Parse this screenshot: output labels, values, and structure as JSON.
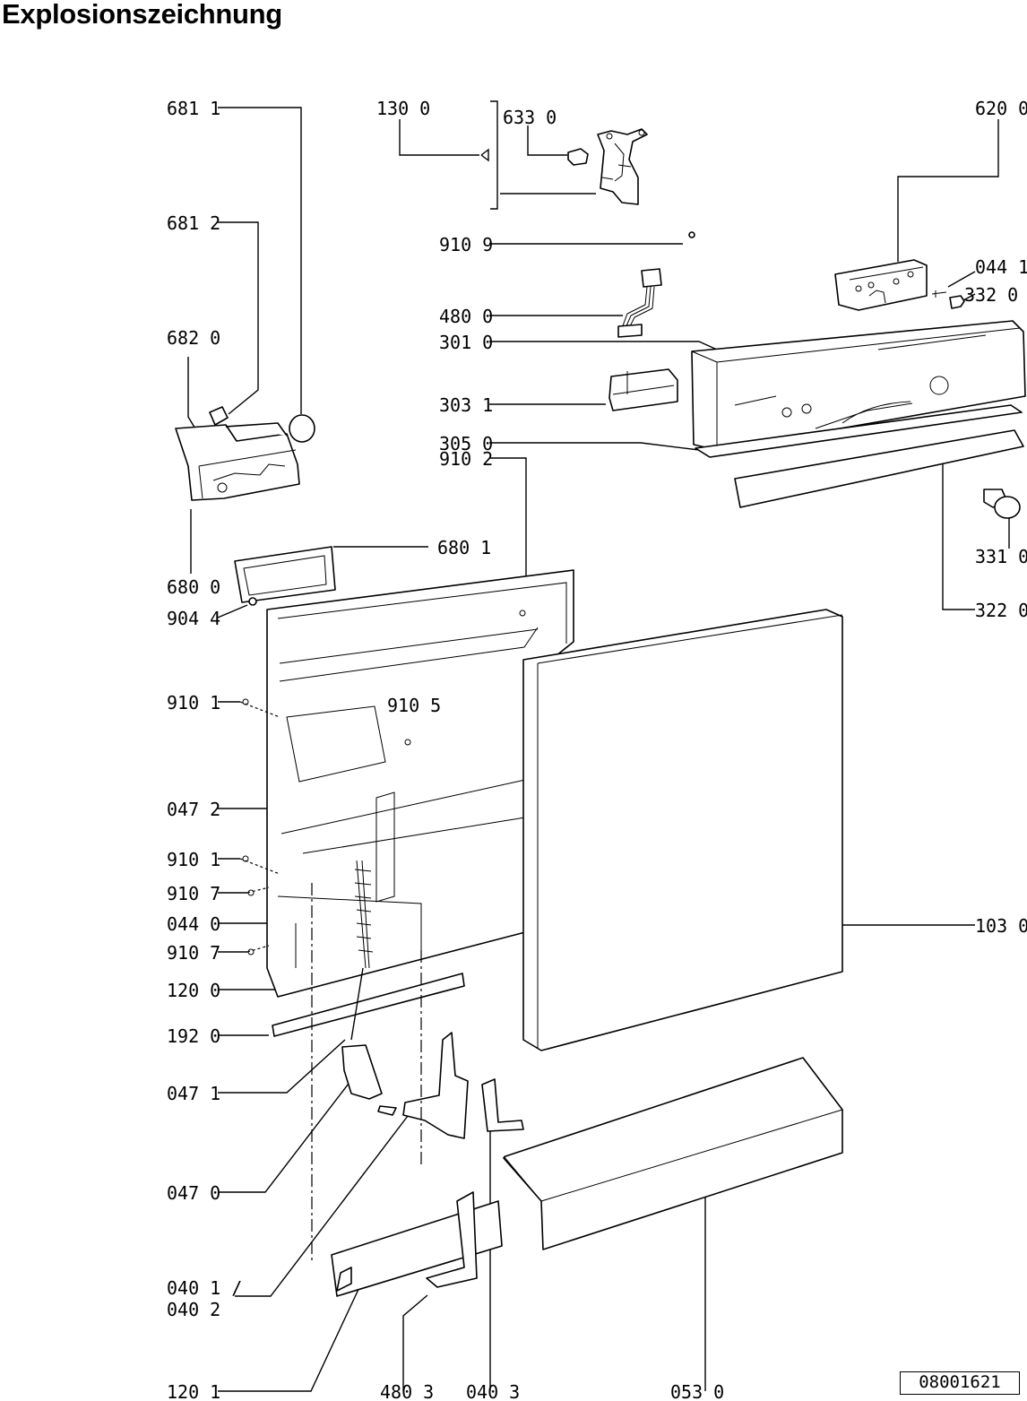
{
  "title": "Explosionszeichnung",
  "drawing_id": "08001621",
  "labels": {
    "l6811": "681 1",
    "l6812": "681 2",
    "l6820": "682 0",
    "l6800": "680 0",
    "l9044": "904 4",
    "l9101a": "910 1",
    "l0472": "047 2",
    "l9101b": "910 1",
    "l9107a": "910 7",
    "l0440": "044 0",
    "l9107b": "910 7",
    "l1200": "120 0",
    "l1920": "192 0",
    "l0471": "047 1",
    "l0470": "047 0",
    "l0401": "040 1 /",
    "l0402": "040 2",
    "l1201": "120 1",
    "l1300": "130 0",
    "l6330": "633 0",
    "l9109": "910 9",
    "l4800": "480 0",
    "l3010": "301 0",
    "l3031": "303 1",
    "l3050": "305 0",
    "l9102": "910 2",
    "l6801": "680 1",
    "l9105": "910 5",
    "l4803": "480 3",
    "l0403": "040 3",
    "l0530": "053 0",
    "l6200": "620 0",
    "l0441": "044 1",
    "l3320": "332 0",
    "l3310": "331 0",
    "l3220": "322 0",
    "l1030": "103 0"
  }
}
